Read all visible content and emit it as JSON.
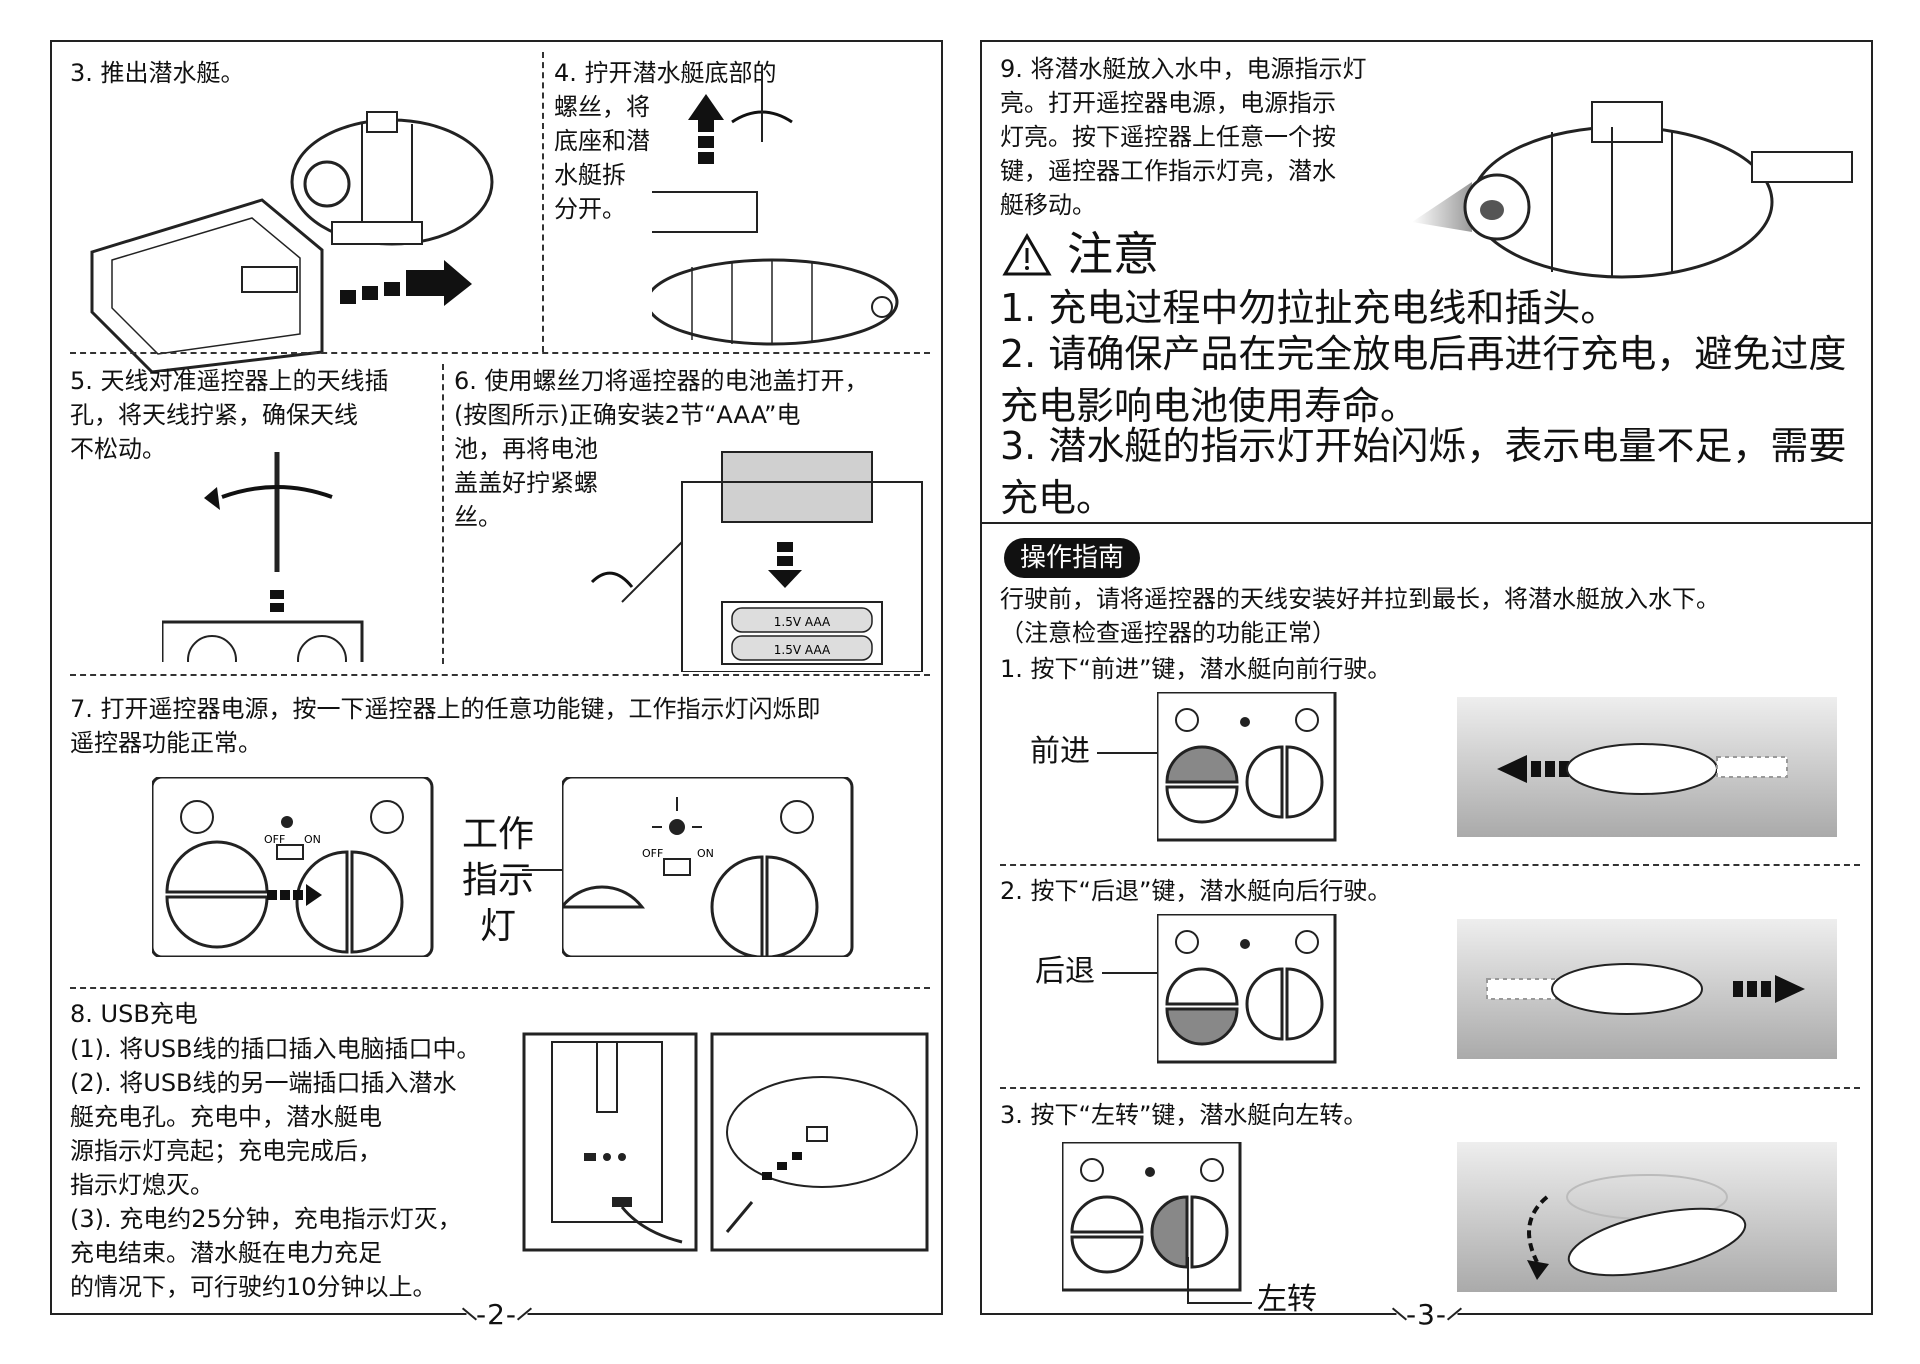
{
  "left": {
    "page_number": "-2-",
    "s3": "3. 推出潜水艇。",
    "s4": "4. 拧开潜水艇底部的\n  螺丝，将\n  底座和潜\n  水艇拆\n  分开。",
    "s5": "5. 天线对准遥控器上的天线插\n  孔，将天线拧紧，确保天线\n  不松动。",
    "s6": "6. 使用螺丝刀将遥控器的电池盖打开，\n(按图所示)正确安装2节“AAA”电\n池，再将电池\n盖盖好拧紧螺\n丝。",
    "s7": "7. 打开遥控器电源，按一下遥控器上的任意功能键，工作指示灯闪烁即\n  遥控器功能正常。",
    "work_light_label": "工作\n指示\n灯",
    "s8_title": "8. USB充电",
    "s8_1": "(1). 将USB线的插口插入电脑插口中。",
    "s8_2": "(2). 将USB线的另一端插口插入潜水\n   艇充电孔。充电中，潜水艇电\n   源指示灯亮起；充电完成后，\n   指示灯熄灭。",
    "s8_3": "(3). 充电约25分钟，充电指示灯灭，\n   充电结束。潜水艇在电力充足\n   的情况下，可行驶约10分钟以上。",
    "battery_label": "1.5V  AAA",
    "off_label": "OFF",
    "on_label": "ON"
  },
  "right": {
    "page_number": "-3-",
    "s9": "9. 将潜水艇放入水中，电源指示灯\n  亮。打开遥控器电源，电源指示\n  灯亮。按下遥控器上任意一个按\n  键，遥控器工作指示灯亮，潜水\n  艇移动。",
    "warning_title": "注意",
    "warning_1": "1. 充电过程中勿拉扯充电线和插头。",
    "warning_2": "2. 请确保产品在完全放电后再进行充电，避免过度\n  充电影响电池使用寿命。",
    "warning_3": "3. 潜水艇的指示灯开始闪烁，表示电量不足，需要\n  充电。",
    "guide_badge": "操作指南",
    "guide_intro": "行驶前，请将遥控器的天线安装好并拉到最长，将潜水艇放入水下。\n（注意检查遥控器的功能正常）",
    "g1": "1. 按下“前进”键，潜水艇向前行驶。",
    "g1_label": "前进",
    "g2": "2. 按下“后退”键，潜水艇向后行驶。",
    "g2_label": "后退",
    "g3": "3. 按下“左转”键，潜水艇向左转。",
    "g3_label": "左转"
  }
}
